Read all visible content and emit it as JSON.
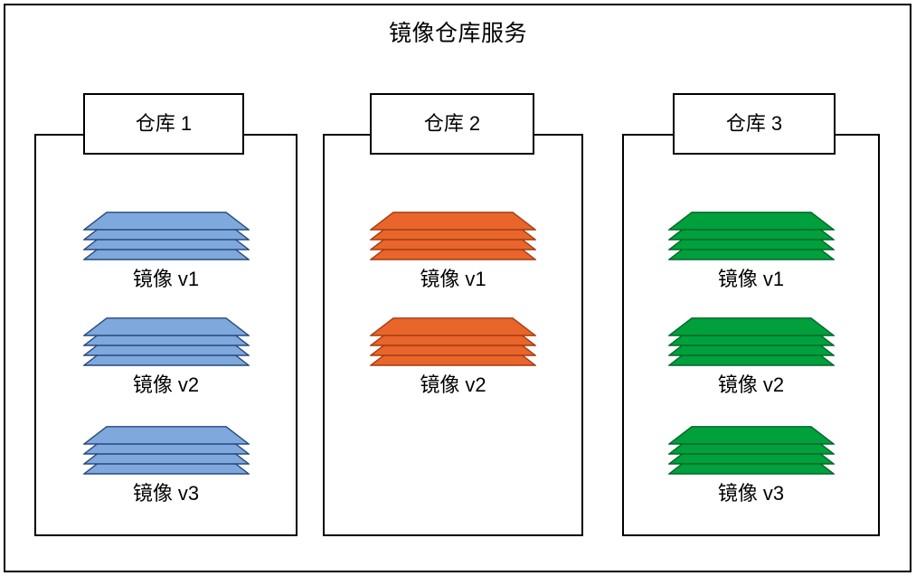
{
  "diagram": {
    "title": "镜像仓库服务",
    "type": "container-registry-architecture",
    "frame_border_color": "#000000",
    "background": "#ffffff"
  },
  "repositories": [
    {
      "id": "repo-1",
      "header_label": "仓库 1",
      "stack_color": "#7FA9DC",
      "stack_border_color": "#26487E",
      "images": [
        {
          "label": "镜像 v1",
          "layers": 4
        },
        {
          "label": "镜像 v2",
          "layers": 4
        },
        {
          "label": "镜像 v3",
          "layers": 4
        }
      ]
    },
    {
      "id": "repo-2",
      "header_label": "仓库 2",
      "stack_color": "#E8652B",
      "stack_border_color": "#A33C10",
      "images": [
        {
          "label": "镜像 v1",
          "layers": 4
        },
        {
          "label": "镜像 v2",
          "layers": 4
        }
      ]
    },
    {
      "id": "repo-3",
      "header_label": "仓库 3",
      "stack_color": "#00A03C",
      "stack_border_color": "#00662A",
      "images": [
        {
          "label": "镜像 v1",
          "layers": 4
        },
        {
          "label": "镜像 v2",
          "layers": 4
        },
        {
          "label": "镜像 v3",
          "layers": 4
        }
      ]
    }
  ]
}
